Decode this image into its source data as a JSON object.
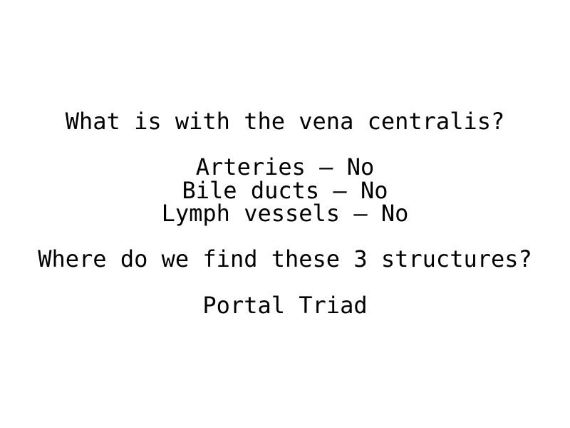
{
  "question_1": "What is with the vena centralis?",
  "answers": [
    "Arteries – No",
    "Bile ducts – No",
    "Lymph vessels – No"
  ],
  "question_2": "Where do we find these 3 structures?",
  "answer_2": "Portal Triad"
}
